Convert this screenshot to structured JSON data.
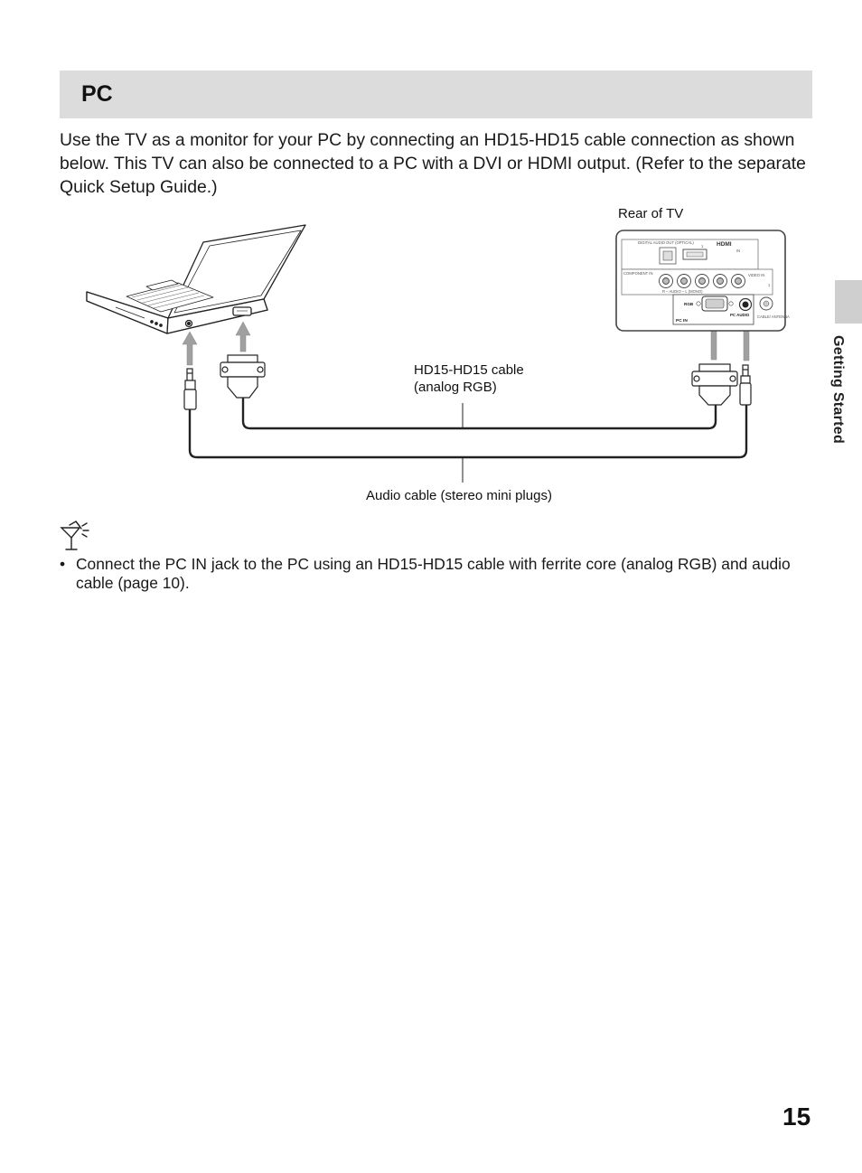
{
  "section": {
    "title": "PC"
  },
  "intro_text": "Use the TV as a monitor for your PC by connecting an HD15-HD15 cable connection as shown below. This TV can also be connected to a PC with a DVI or HDMI output. (Refer to the separate Quick Setup Guide.)",
  "diagram": {
    "rear_of_tv_label": "Rear of TV",
    "hd15_cable_label_line1": "HD15-HD15 cable",
    "hd15_cable_label_line2": "(analog RGB)",
    "audio_cable_label": "Audio cable (stereo mini plugs)",
    "panel": {
      "digital_audio_out": "DIGITAL AUDIO OUT (OPTICAL)",
      "hdmi_logo": "HDMI",
      "hdmi_in": "IN",
      "hdmi_port_number": "1",
      "component_in": "COMPONENT IN",
      "video_in": "VIDEO IN",
      "video_in_number": "1",
      "audio_row": "R – AUDIO – L (MONO)",
      "rgb": "RGB",
      "pc_audio": "PC AUDIO",
      "pc_in": "PC IN",
      "cable_antenna": "CABLE/ ANTENNA"
    }
  },
  "notes": [
    "Connect the PC IN jack to the PC using an HD15-HD15 cable with ferrite core (analog RGB) and audio cable (page 10)."
  ],
  "side_tab_label": "Getting Started",
  "page_number": "15",
  "colors": {
    "section_bar": "#dcdcdc",
    "side_tab": "#cfcfcf",
    "arrow": "#a0a0a0",
    "line": "#222222"
  }
}
